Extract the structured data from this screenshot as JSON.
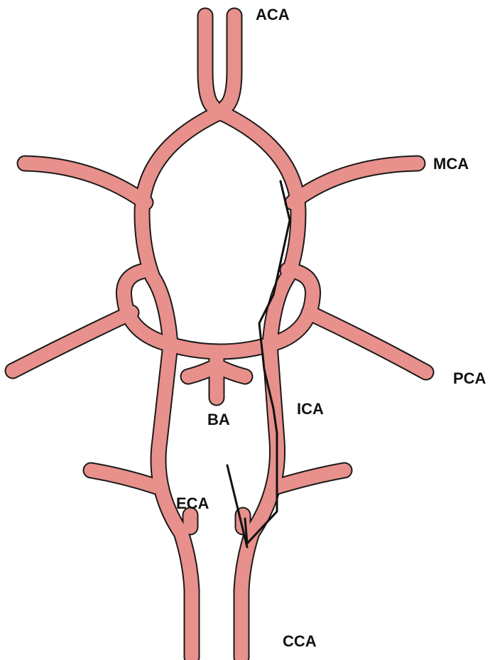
{
  "colors": {
    "vessel": "#e8908b",
    "outline": "#1a1a1a",
    "catheter": "#111111",
    "background": "#ffffff"
  },
  "labels": {
    "aca": "ACA",
    "mca": "MCA",
    "pca": "PCA",
    "ba": "BA",
    "ica": "ICA",
    "eca": "ECA",
    "cca": "CCA"
  }
}
